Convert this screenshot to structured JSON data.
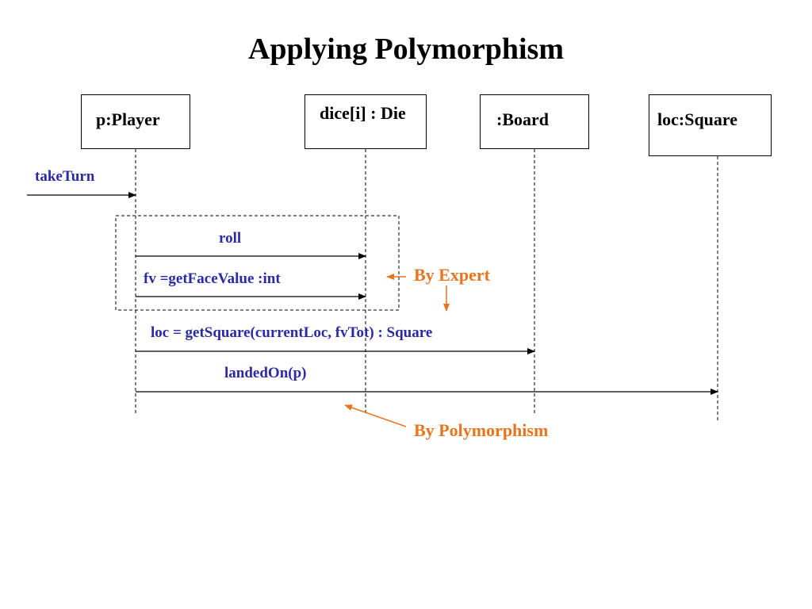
{
  "title": "Applying Polymorphism",
  "lifelines": {
    "player": "p:Player",
    "die": "dice[i] : Die",
    "board": ":Board",
    "square": "loc:Square"
  },
  "messages": {
    "take_turn": "takeTurn",
    "roll": "roll",
    "get_face_value": "fv =getFaceValue :int",
    "get_square": "loc = getSquare(currentLoc, fvTot) : Square",
    "landed_on": "landedOn(p)"
  },
  "annotations": {
    "by_expert": "By Expert",
    "by_polymorphism": "By Polymorphism"
  },
  "colors": {
    "message_text": "#2a2aa8",
    "annotation": "#e8741e",
    "line": "#000000"
  }
}
